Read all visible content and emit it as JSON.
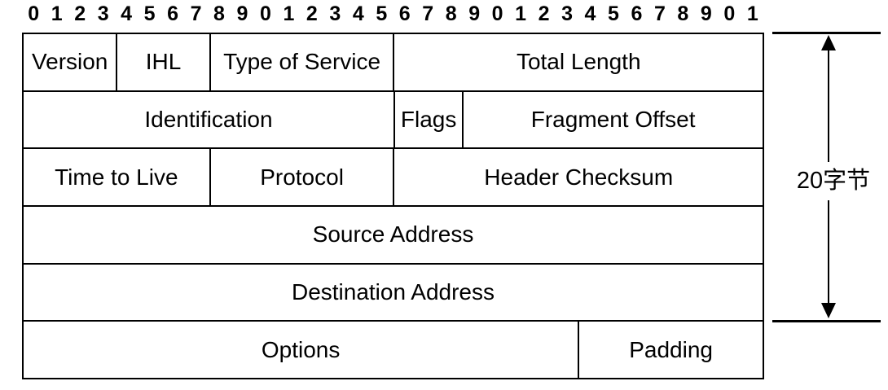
{
  "bit_ruler": {
    "digits": [
      "0",
      "1",
      "2",
      "3",
      "4",
      "5",
      "6",
      "7",
      "8",
      "9",
      "0",
      "1",
      "2",
      "3",
      "4",
      "5",
      "6",
      "7",
      "8",
      "9",
      "0",
      "1",
      "2",
      "3",
      "4",
      "5",
      "6",
      "7",
      "8",
      "9",
      "0",
      "1"
    ]
  },
  "fields": {
    "version": "Version",
    "ihl": "IHL",
    "type_of_service": "Type of Service",
    "total_length": "Total Length",
    "identification": "Identification",
    "flags": "Flags",
    "fragment_offset": "Fragment Offset",
    "time_to_live": "Time to Live",
    "protocol": "Protocol",
    "header_checksum": "Header Checksum",
    "source_address": "Source Address",
    "destination_address": "Destination Address",
    "options": "Options",
    "padding": "Padding"
  },
  "annotation": {
    "size_label": "20字节"
  },
  "colors": {
    "line": "#000000",
    "background": "#ffffff"
  }
}
